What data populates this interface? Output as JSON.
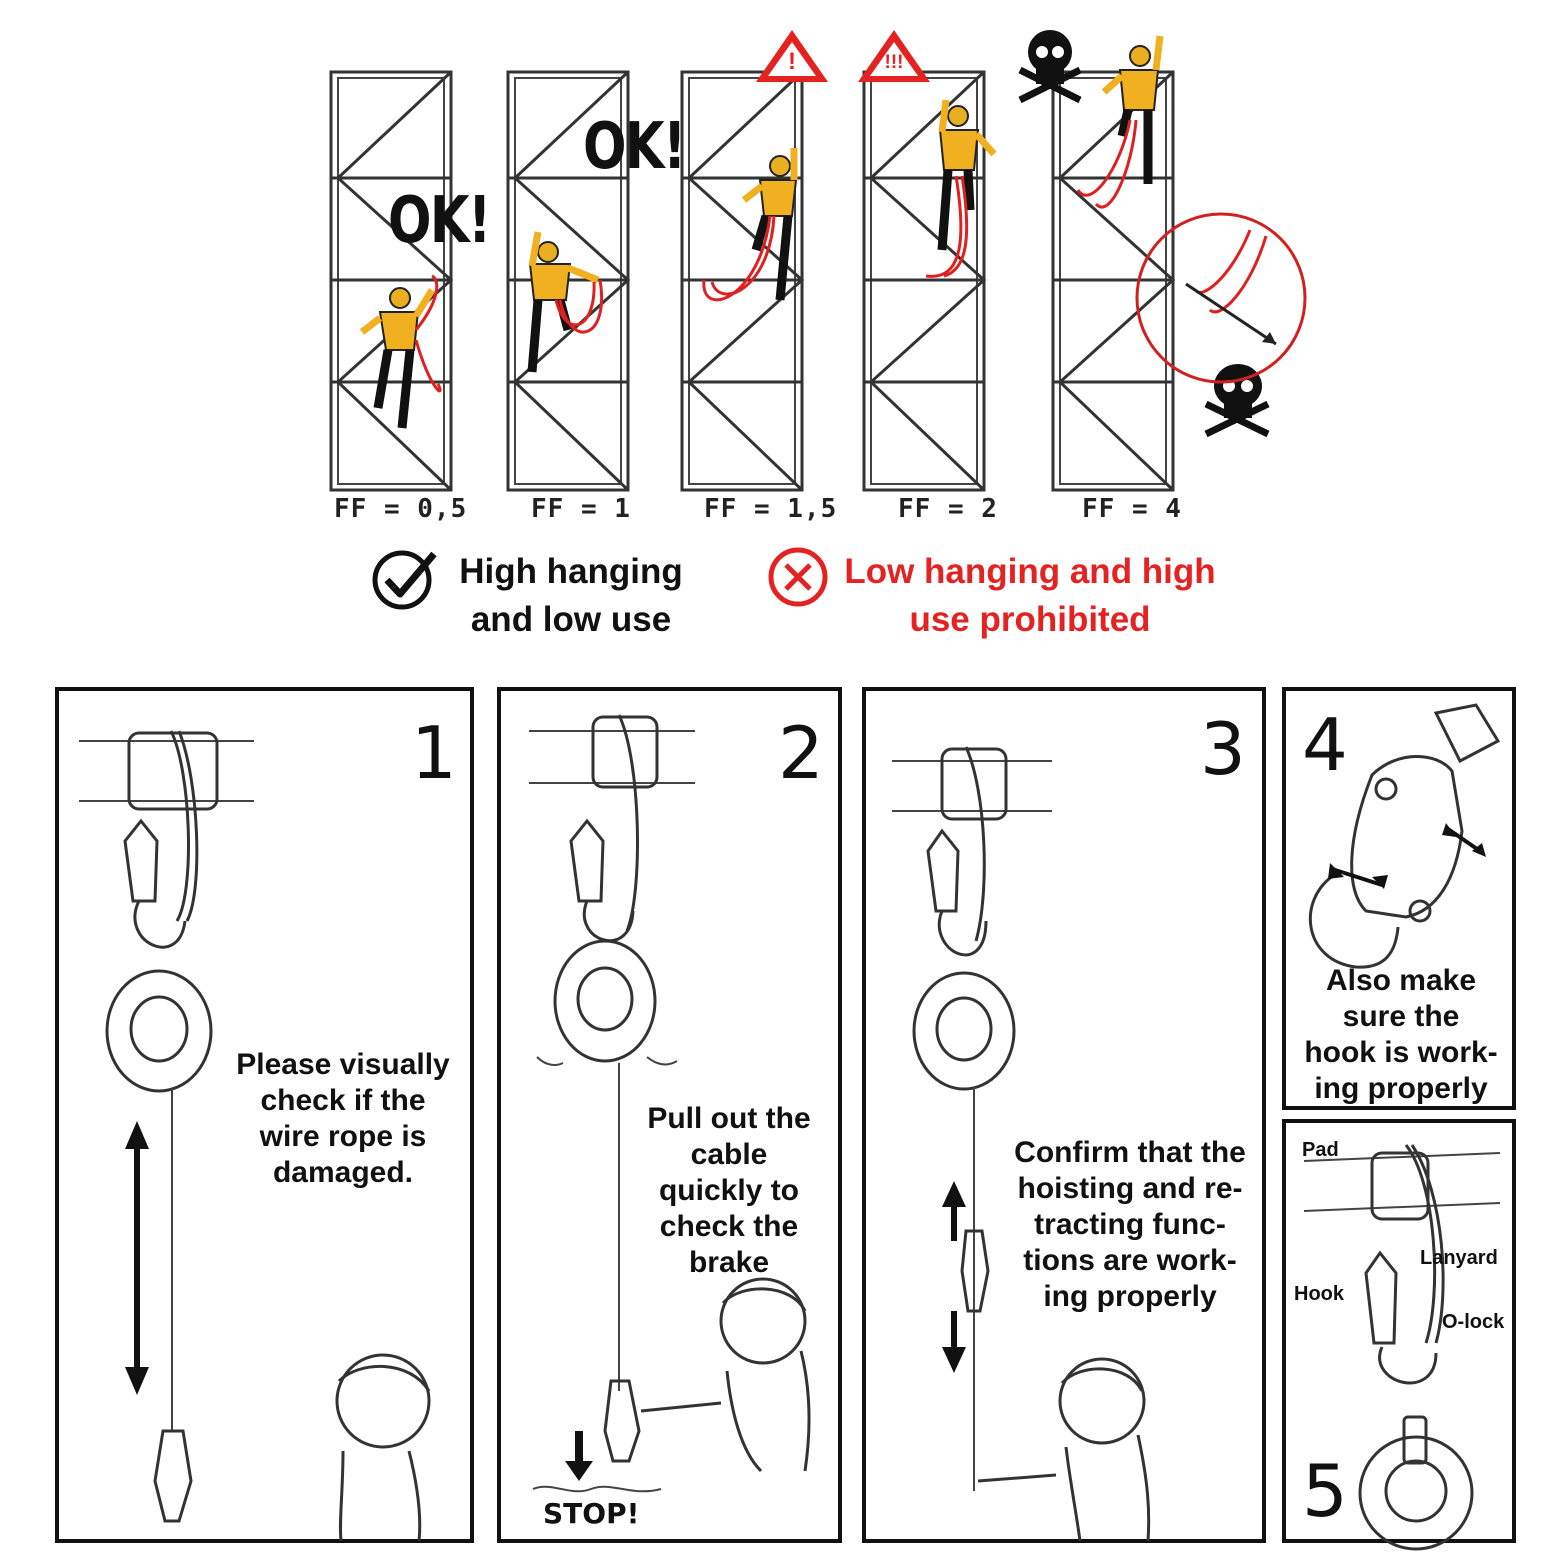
{
  "top": {
    "ff_labels": [
      "FF = 0,5",
      "FF = 1",
      "FF = 1,5",
      "FF = 2",
      "FF = 4"
    ],
    "ok_labels": [
      "OK!",
      "OK!"
    ],
    "warning_marks": [
      "!",
      "!!!"
    ]
  },
  "legend": {
    "allowed_line1": "High hanging",
    "allowed_line2": "and low use",
    "prohibited_line1": "Low hanging and high",
    "prohibited_line2": "use prohibited",
    "allowed_color": "#111111",
    "prohibited_color": "#e52222"
  },
  "steps": [
    {
      "number": "1",
      "lines": [
        "Please visually",
        "check if the",
        "wire rope is",
        "damaged."
      ]
    },
    {
      "number": "2",
      "lines": [
        "Pull out the",
        "cable",
        "quickly to",
        "check the",
        "brake"
      ],
      "stop_label": "STOP!"
    },
    {
      "number": "3",
      "lines": [
        "Confirm that the",
        "hoisting and re-",
        "tracting func-",
        "tions are work-",
        "ing properly"
      ]
    },
    {
      "number": "4",
      "lines": [
        "Also make",
        "sure the",
        "hook is work-",
        "ing properly"
      ]
    },
    {
      "number": "5",
      "parts": {
        "pad": "Pad",
        "lanyard": "Lanyard",
        "hook": "Hook",
        "olock": "O-lock"
      }
    }
  ]
}
